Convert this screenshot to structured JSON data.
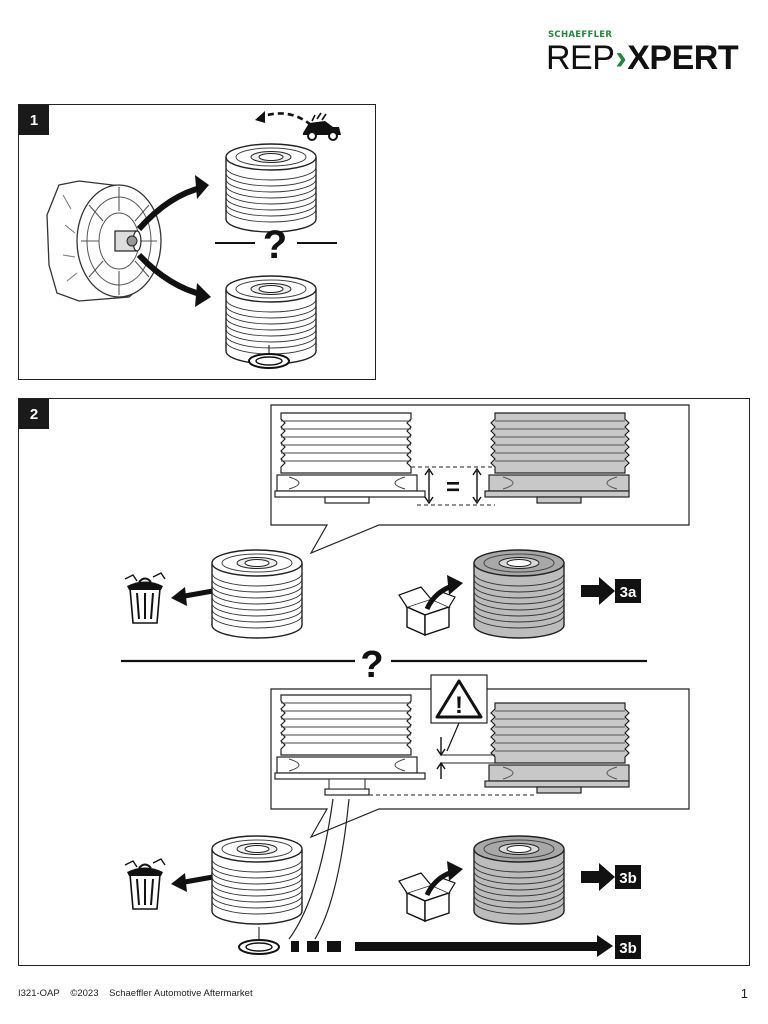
{
  "header": {
    "brand_top": "SCHAEFFLER",
    "brand_rep": "REP",
    "brand_arrow": "›",
    "brand_xpert": "XPERT"
  },
  "steps": [
    {
      "label": "1"
    },
    {
      "label": "2"
    }
  ],
  "panel2": {
    "equal_sign": "=",
    "result_top": "3a",
    "result_bottom": "3b",
    "result_washer": "3b"
  },
  "question_mark": "?",
  "warning_mark": "!",
  "icons": [
    "car-icon",
    "warning-icon",
    "trash-bin-icon",
    "box-icon",
    "question-icon",
    "arrow-right-icon"
  ],
  "colors": {
    "accent_green": "#1f8a3b",
    "badge": "#1a1a1a",
    "pulley_grey": "#b9b9b9"
  },
  "footer": {
    "doc_code": "I321-OAP",
    "copyright": "©2023",
    "company": "Schaeffler Automotive Aftermarket",
    "page": "1"
  }
}
